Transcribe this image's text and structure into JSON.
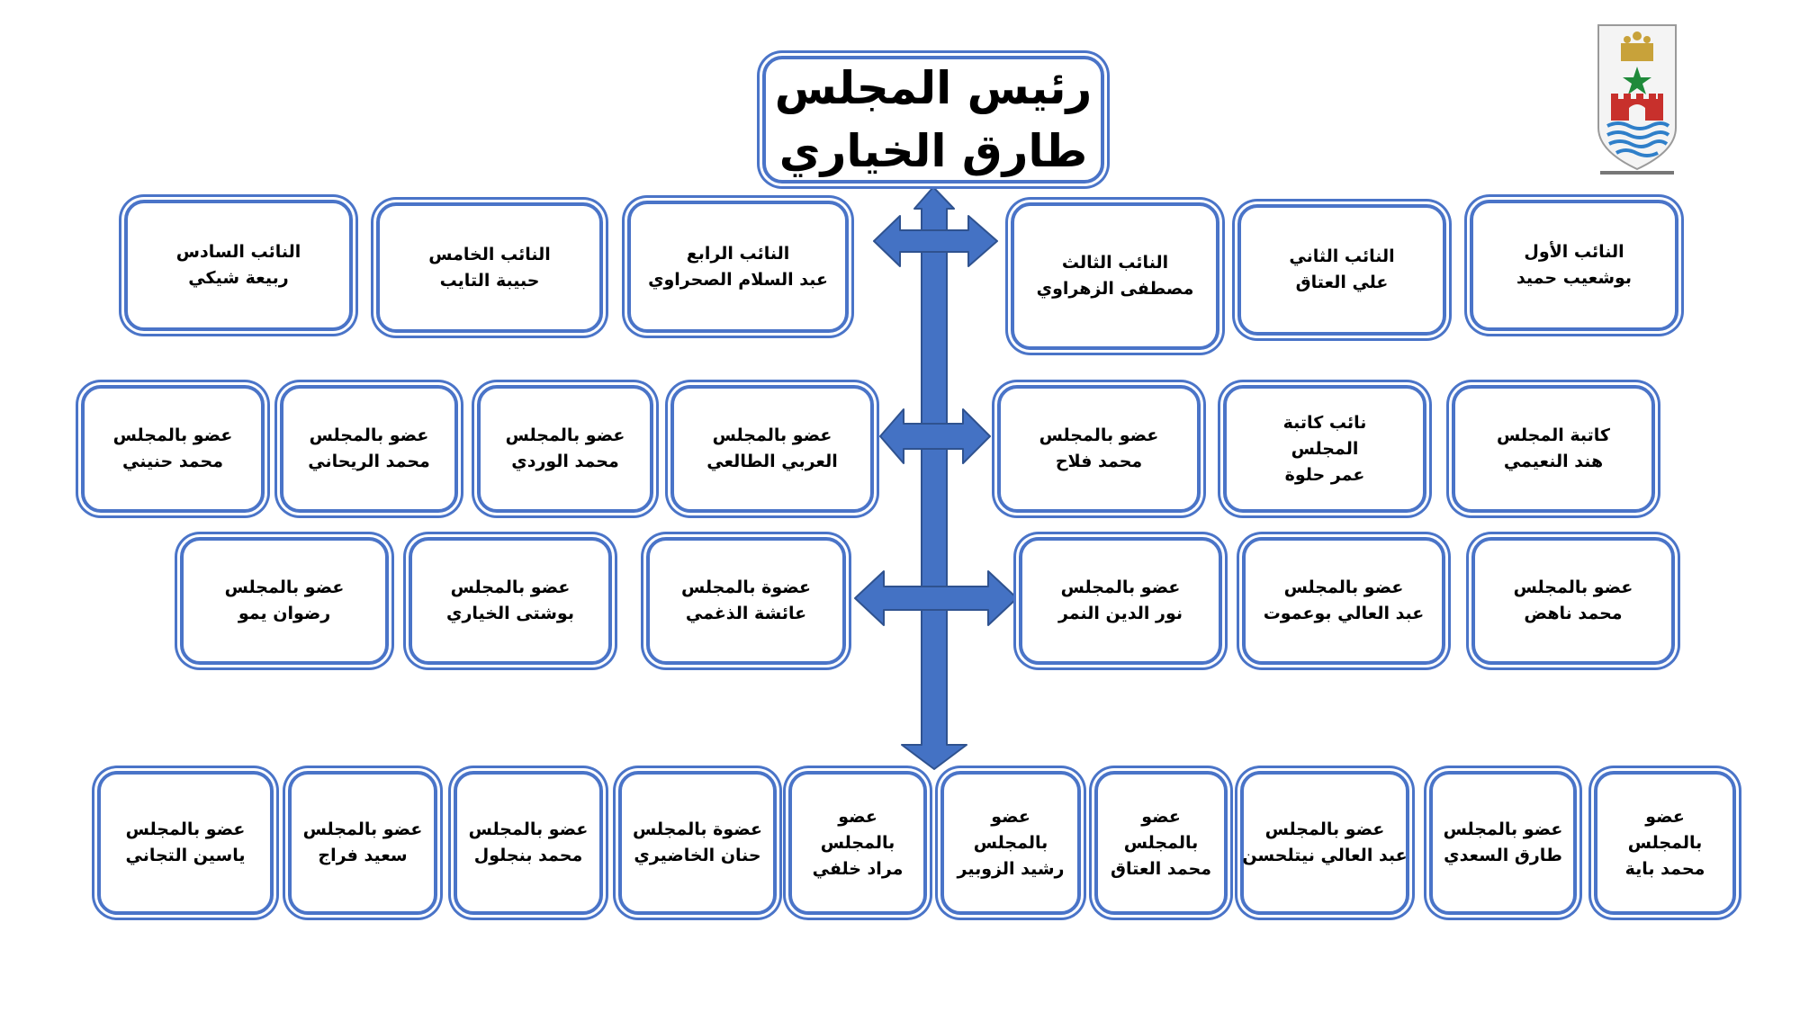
{
  "colors": {
    "frame": "#4a74c8",
    "connector": "#4472c4",
    "connector_edge": "#2f528f"
  },
  "president": {
    "lines": [
      "رئيس المجلس",
      "طارق الخياري"
    ]
  },
  "rows": [
    [
      {
        "lines": [
          "النائب الأول",
          "بوشعيب حميد"
        ]
      },
      {
        "lines": [
          "النائب الثاني",
          "علي العتاق"
        ]
      },
      {
        "lines": [
          "النائب الثالث",
          "مصطفى الزهراوي"
        ]
      },
      {
        "lines": [
          "النائب الرابع",
          "عبد السلام الصحراوي"
        ]
      },
      {
        "lines": [
          "النائب  الخامس",
          "حبيبة التايب"
        ]
      },
      {
        "lines": [
          "النائب السادس",
          "ربيعة شيكي"
        ]
      }
    ],
    [
      {
        "lines": [
          "كاتبة المجلس",
          "هند النعيمي"
        ]
      },
      {
        "lines": [
          "نائب كاتبة",
          "المجلس",
          "عمر حلوة"
        ]
      },
      {
        "lines": [
          "عضو بالمجلس",
          "محمد فلاح"
        ]
      },
      {
        "lines": [
          "عضو بالمجلس",
          "العربي الطالعي"
        ]
      },
      {
        "lines": [
          "عضو بالمجلس",
          "محمد الوردي"
        ]
      },
      {
        "lines": [
          "عضو بالمجلس",
          "محمد الريحاني"
        ]
      },
      {
        "lines": [
          "عضو  بالمجلس",
          "محمد حنيني"
        ]
      }
    ],
    [
      {
        "lines": [
          "عضو بالمجلس",
          "محمد ناهض"
        ]
      },
      {
        "lines": [
          "عضو بالمجلس",
          "عبد العالي بوعموت"
        ]
      },
      {
        "lines": [
          "عضو بالمجلس",
          "نور الدين النمر"
        ]
      },
      {
        "lines": [
          "عضوة بالمجلس",
          "عائشة الذغمي"
        ]
      },
      {
        "lines": [
          "عضو بالمجلس",
          "بوشتى الخياري"
        ]
      },
      {
        "lines": [
          "عضو بالمجلس",
          "رضوان يمو"
        ]
      }
    ],
    [
      {
        "lines": [
          "عضو",
          "بالمجلس",
          "محمد باية"
        ]
      },
      {
        "lines": [
          "عضو بالمجلس",
          "طارق السعدي"
        ]
      },
      {
        "lines": [
          "عضو  بالمجلس",
          "عبد العالي نيتلحسن"
        ]
      },
      {
        "lines": [
          "عضو",
          "بالمجلس",
          "محمد العتاق"
        ]
      },
      {
        "lines": [
          "عضو",
          "بالمجلس",
          "رشيد الزوبير"
        ]
      },
      {
        "lines": [
          "عضو",
          "بالمجلس",
          "مراد خلفي"
        ]
      },
      {
        "lines": [
          "عضوة بالمجلس",
          "حنان الخاضيري"
        ]
      },
      {
        "lines": [
          "عضو بالمجلس",
          "محمد بنجلول"
        ]
      },
      {
        "lines": [
          "عضو بالمجلس",
          "سعيد فراج"
        ]
      },
      {
        "lines": [
          "عضو بالمجلس",
          "ياسين التجاني"
        ]
      }
    ]
  ]
}
